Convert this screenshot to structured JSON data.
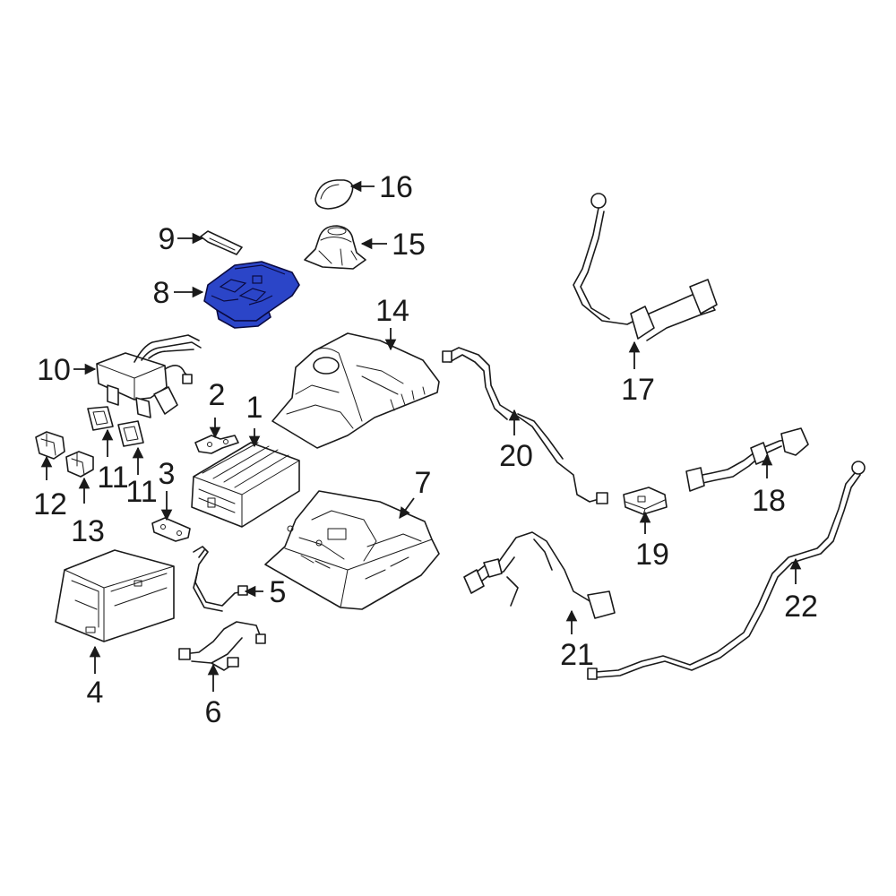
{
  "diagram": {
    "highlight_color": "#2b45c8",
    "callouts": [
      {
        "key": "c1",
        "label": "1"
      },
      {
        "key": "c2",
        "label": "2"
      },
      {
        "key": "c3",
        "label": "3"
      },
      {
        "key": "c4",
        "label": "4"
      },
      {
        "key": "c5",
        "label": "5"
      },
      {
        "key": "c6",
        "label": "6"
      },
      {
        "key": "c7",
        "label": "7"
      },
      {
        "key": "c8",
        "label": "8"
      },
      {
        "key": "c9",
        "label": "9"
      },
      {
        "key": "c10",
        "label": "10"
      },
      {
        "key": "c11a",
        "label": "11"
      },
      {
        "key": "c11b",
        "label": "11"
      },
      {
        "key": "c12",
        "label": "12"
      },
      {
        "key": "c13",
        "label": "13"
      },
      {
        "key": "c14",
        "label": "14"
      },
      {
        "key": "c15",
        "label": "15"
      },
      {
        "key": "c16",
        "label": "16"
      },
      {
        "key": "c17",
        "label": "17"
      },
      {
        "key": "c18",
        "label": "18"
      },
      {
        "key": "c19",
        "label": "19"
      },
      {
        "key": "c20",
        "label": "20"
      },
      {
        "key": "c21",
        "label": "21"
      },
      {
        "key": "c22",
        "label": "22"
      }
    ]
  }
}
